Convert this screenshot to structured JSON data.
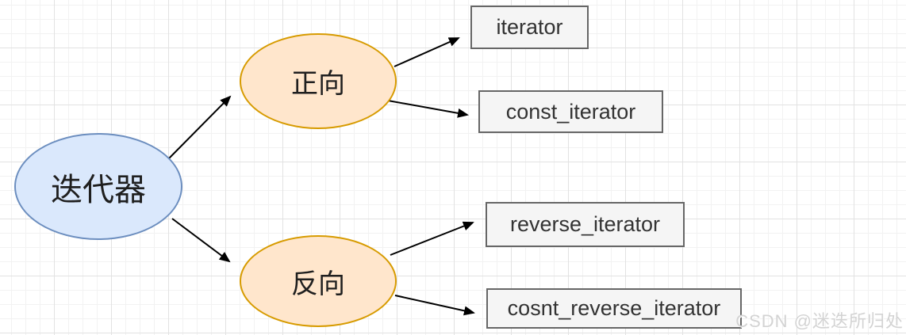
{
  "diagram": {
    "root": {
      "label": "迭代器"
    },
    "branches": [
      {
        "id": "forward",
        "label": "正向"
      },
      {
        "id": "reverse",
        "label": "反向"
      }
    ],
    "leaves": [
      {
        "id": "iterator",
        "label": "iterator"
      },
      {
        "id": "const_iterator",
        "label": "const_iterator"
      },
      {
        "id": "reverse_iterator",
        "label": "reverse_iterator"
      },
      {
        "id": "cosnt_reverse_iterator",
        "label": "cosnt_reverse_iterator"
      }
    ],
    "edges": [
      {
        "from": "迭代器",
        "to": "正向"
      },
      {
        "from": "迭代器",
        "to": "反向"
      },
      {
        "from": "正向",
        "to": "iterator"
      },
      {
        "from": "正向",
        "to": "const_iterator"
      },
      {
        "from": "反向",
        "to": "reverse_iterator"
      },
      {
        "from": "反向",
        "to": "cosnt_reverse_iterator"
      }
    ],
    "colors": {
      "root_fill": "#dae8fc",
      "root_border": "#6c8ebf",
      "branch_fill": "#ffe6cc",
      "branch_border": "#d79b00",
      "leaf_fill": "#f5f5f5",
      "leaf_border": "#666666",
      "text": "#333333",
      "connector": "#000000"
    }
  },
  "watermark": {
    "text": "CSDN @迷迭所归处"
  }
}
